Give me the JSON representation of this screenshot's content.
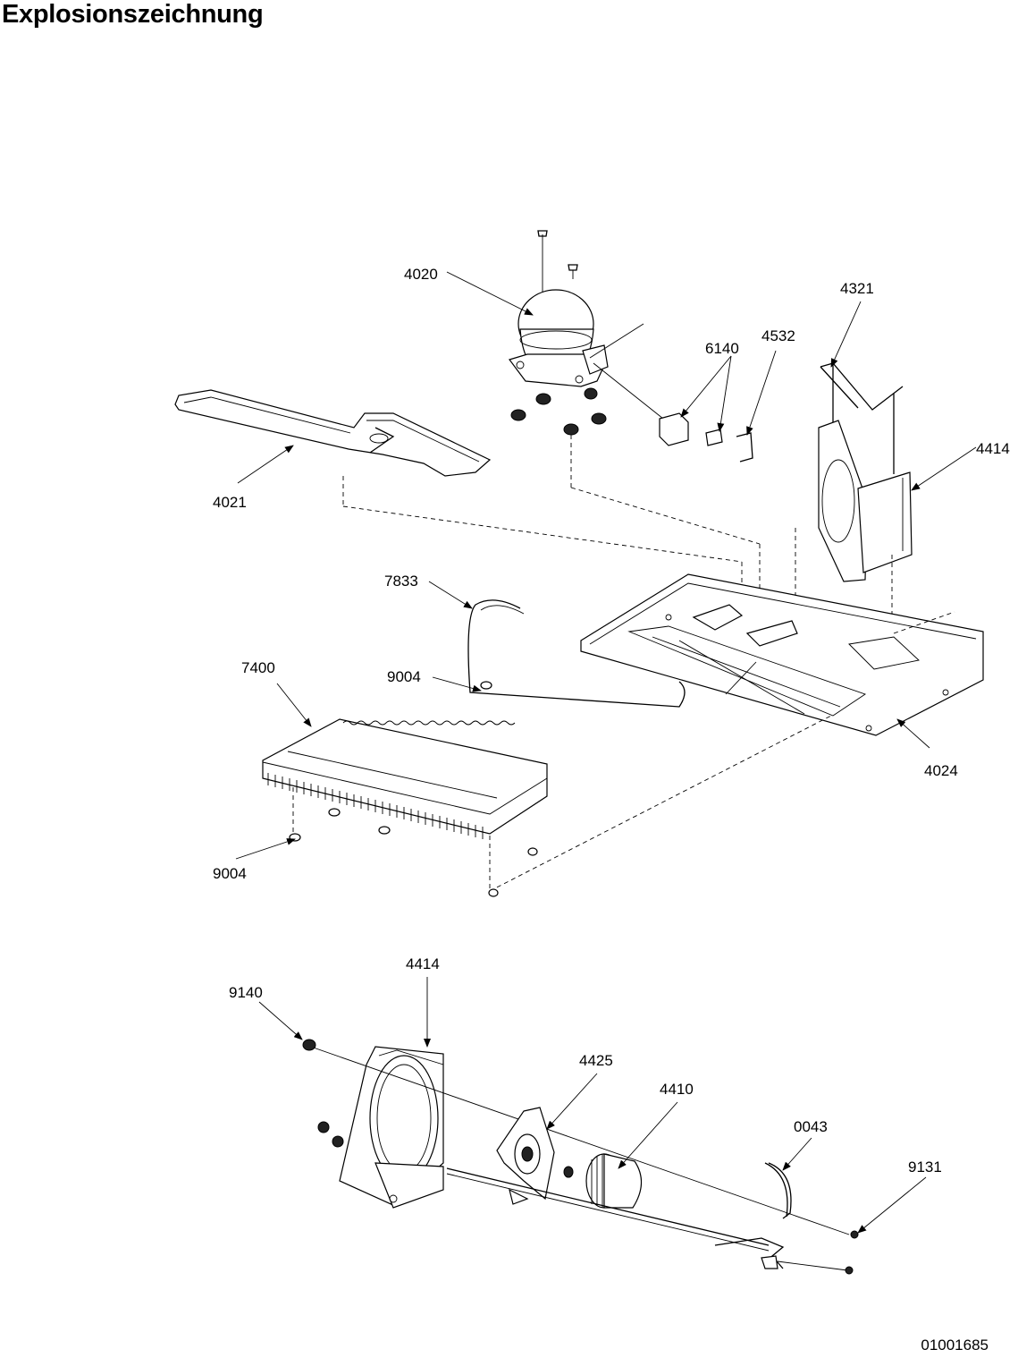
{
  "page": {
    "title": "Explosionszeichnung",
    "doc_number": "01001685"
  },
  "callouts": {
    "c4020": "4020",
    "c4321": "4321",
    "c6140": "6140",
    "c4532": "4532",
    "c4414_top": "4414",
    "c4021": "4021",
    "c7833": "7833",
    "c7400": "7400",
    "c9004_top": "9004",
    "c4024": "4024",
    "c9004_bottom": "9004",
    "c4414_bottom": "4414",
    "c9140": "9140",
    "c4425": "4425",
    "c4410": "4410",
    "c0043": "0043",
    "c9131": "9131"
  }
}
